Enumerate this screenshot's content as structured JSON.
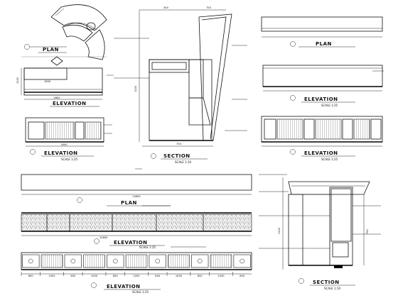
{
  "titles": {
    "plan_a": "PLAN",
    "elev_a": "ELEVATION",
    "elev_b": "ELEVATION",
    "section_a": "SECTION",
    "plan_b": "PLAN",
    "elev_c": "ELEVATION",
    "elev_d": "ELEVATION",
    "plan_c": "PLAN",
    "elev_e": "ELEVATION",
    "elev_f": "ELEVATION",
    "section_b": "SECTION"
  },
  "scales": {
    "elev_b": "SCALE 1:25",
    "section_a": "SCALE 1:10",
    "elev_c": "SCALE 1:25",
    "elev_d": "SCALE 1:25",
    "elev_e": "SCALE 1:25",
    "elev_f": "SCALE 1:25",
    "section_b": "SCALE 1:10"
  },
  "dimensions": {
    "elev_a_width": "2600",
    "elev_a_inner": "1850",
    "elev_a_height": "1100",
    "elev_b_width": "3000",
    "section_top": "300",
    "section_top2": "750",
    "section_height": "1100",
    "section_base": "750",
    "plan_c_width": "10800",
    "elev_e_width": "10800",
    "elev_f_seg1": "850",
    "elev_f_seg2": "1050",
    "elev_f_seg3": "850",
    "elev_f_seg4": "1050",
    "elev_f_seg5": "850",
    "elev_f_seg6": "1050",
    "elev_f_seg7": "850",
    "elev_f_seg8": "1050",
    "elev_f_seg9": "850",
    "elev_f_seg10": "1050",
    "elev_f_seg11": "850",
    "section_b_h": "1100",
    "section_b_h2": "750"
  }
}
